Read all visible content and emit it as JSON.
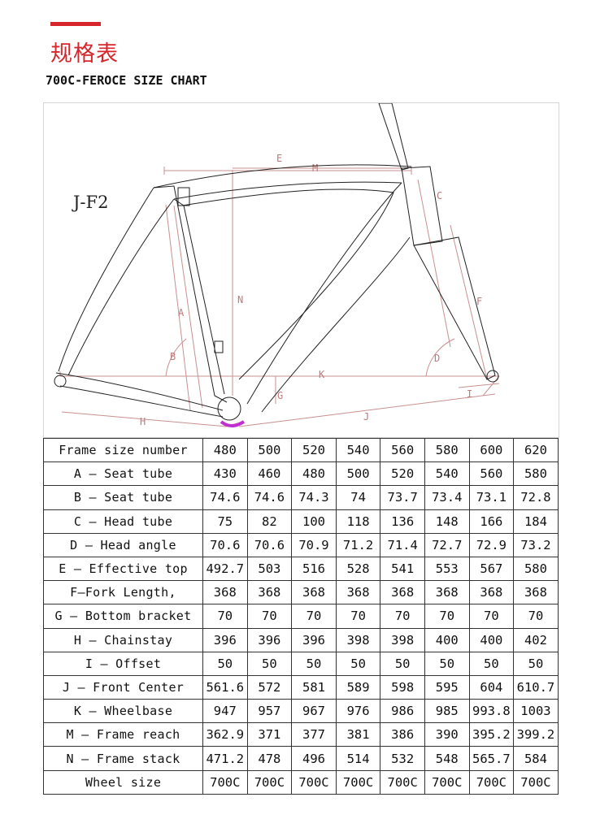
{
  "header": {
    "title_cn": "规格表",
    "subtitle": "700C-FEROCE SIZE CHART",
    "accent_color": "#d6262b"
  },
  "diagram": {
    "model_label": "J-F2",
    "dimension_letters": [
      "A",
      "B",
      "C",
      "D",
      "E",
      "F",
      "G",
      "H",
      "I",
      "J",
      "K",
      "M",
      "N"
    ]
  },
  "size_chart": {
    "header_label": "Frame size number",
    "sizes": [
      "480",
      "500",
      "520",
      "540",
      "560",
      "580",
      "600",
      "620"
    ],
    "rows": [
      {
        "label": "A — Seat tube",
        "values": [
          "430",
          "460",
          "480",
          "500",
          "520",
          "540",
          "560",
          "580"
        ]
      },
      {
        "label": "B — Seat tube",
        "values": [
          "74.6",
          "74.6",
          "74.3",
          "74",
          "73.7",
          "73.4",
          "73.1",
          "72.8"
        ]
      },
      {
        "label": "C — Head tube",
        "values": [
          "75",
          "82",
          "100",
          "118",
          "136",
          "148",
          "166",
          "184"
        ]
      },
      {
        "label": "D — Head angle",
        "values": [
          "70.6",
          "70.6",
          "70.9",
          "71.2",
          "71.4",
          "72.7",
          "72.9",
          "73.2"
        ]
      },
      {
        "label": "E — Effective top",
        "values": [
          "492.7",
          "503",
          "516",
          "528",
          "541",
          "553",
          "567",
          "580"
        ]
      },
      {
        "label": "F—Fork Length,",
        "values": [
          "368",
          "368",
          "368",
          "368",
          "368",
          "368",
          "368",
          "368"
        ]
      },
      {
        "label": "G — Bottom bracket",
        "values": [
          "70",
          "70",
          "70",
          "70",
          "70",
          "70",
          "70",
          "70"
        ]
      },
      {
        "label": "H — Chainstay",
        "values": [
          "396",
          "396",
          "396",
          "398",
          "398",
          "400",
          "400",
          "402"
        ]
      },
      {
        "label": "I — Offset",
        "values": [
          "50",
          "50",
          "50",
          "50",
          "50",
          "50",
          "50",
          "50"
        ]
      },
      {
        "label": "J — Front Center",
        "values": [
          "561.6",
          "572",
          "581",
          "589",
          "598",
          "595",
          "604",
          "610.7"
        ]
      },
      {
        "label": "K — Wheelbase",
        "values": [
          "947",
          "957",
          "967",
          "976",
          "986",
          "985",
          "993.8",
          "1003"
        ]
      },
      {
        "label": "M — Frame reach",
        "values": [
          "362.9",
          "371",
          "377",
          "381",
          "386",
          "390",
          "395.2",
          "399.2"
        ]
      },
      {
        "label": "N — Frame stack",
        "values": [
          "471.2",
          "478",
          "496",
          "514",
          "532",
          "548",
          "565.7",
          "584"
        ]
      },
      {
        "label": "Wheel size",
        "values": [
          "700C",
          "700C",
          "700C",
          "700C",
          "700C",
          "700C",
          "700C",
          "700C"
        ]
      }
    ]
  }
}
